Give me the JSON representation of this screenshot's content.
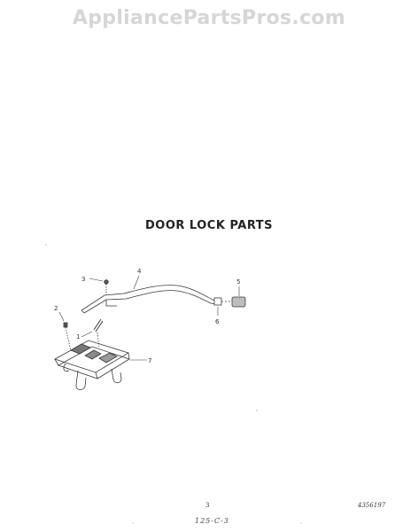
{
  "watermark": "AppliancePartsPros.com",
  "title": "DOOR LOCK PARTS",
  "callouts": [
    "1",
    "2",
    "3",
    "4",
    "5",
    "6",
    "7"
  ],
  "page_number": "3",
  "part_number": "4356197",
  "footer_code": "125-C-3"
}
